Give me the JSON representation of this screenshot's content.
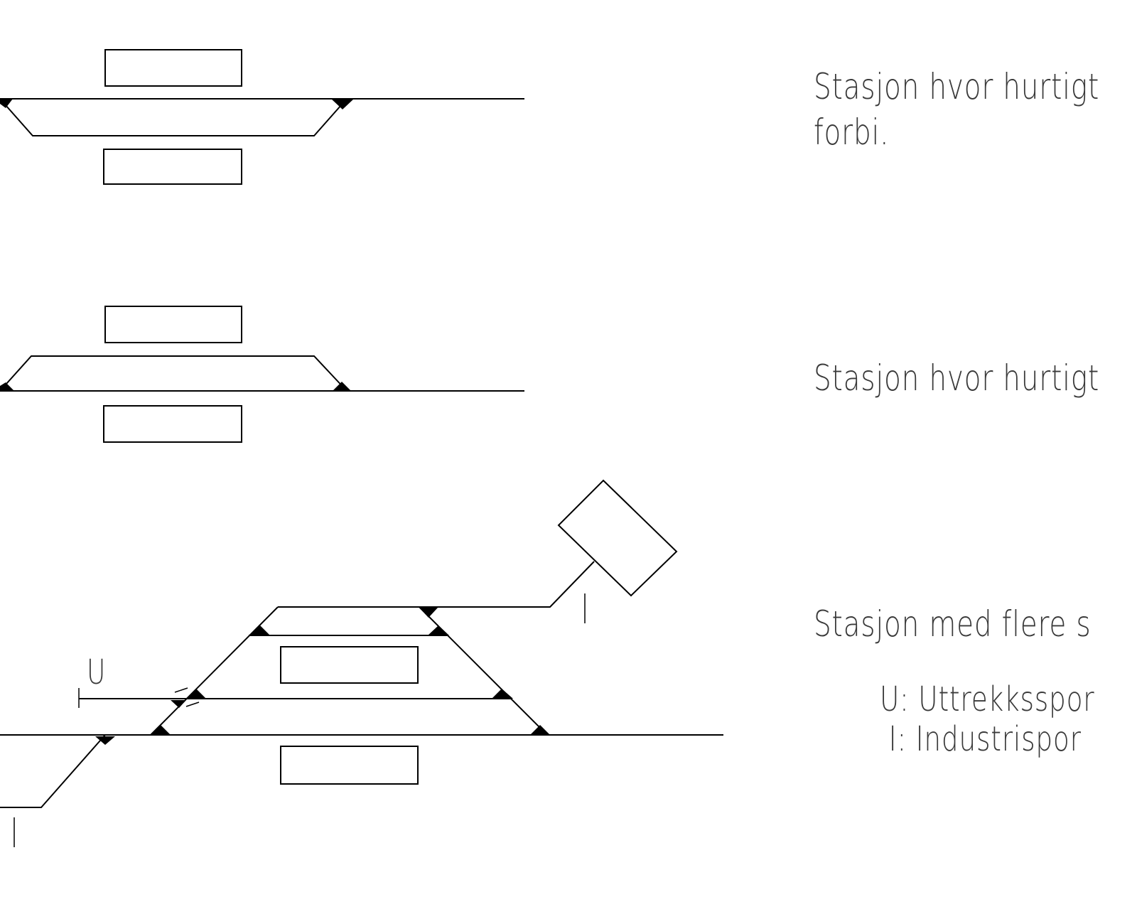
{
  "stations": [
    {
      "id": "station-1",
      "description_lines": [
        "Stasjon hvor hurtigt",
        "forbi."
      ]
    },
    {
      "id": "station-2",
      "description_lines": [
        "Stasjon hvor hurtigt"
      ]
    },
    {
      "id": "station-3",
      "description_lines": [
        "Stasjon med flere s"
      ],
      "legend": [
        "U: Uttrekksspor",
        " I: Industrispor"
      ],
      "track_labels": {
        "pull_out": "U",
        "industry_upper": "I",
        "industry_lower": "I"
      }
    }
  ]
}
